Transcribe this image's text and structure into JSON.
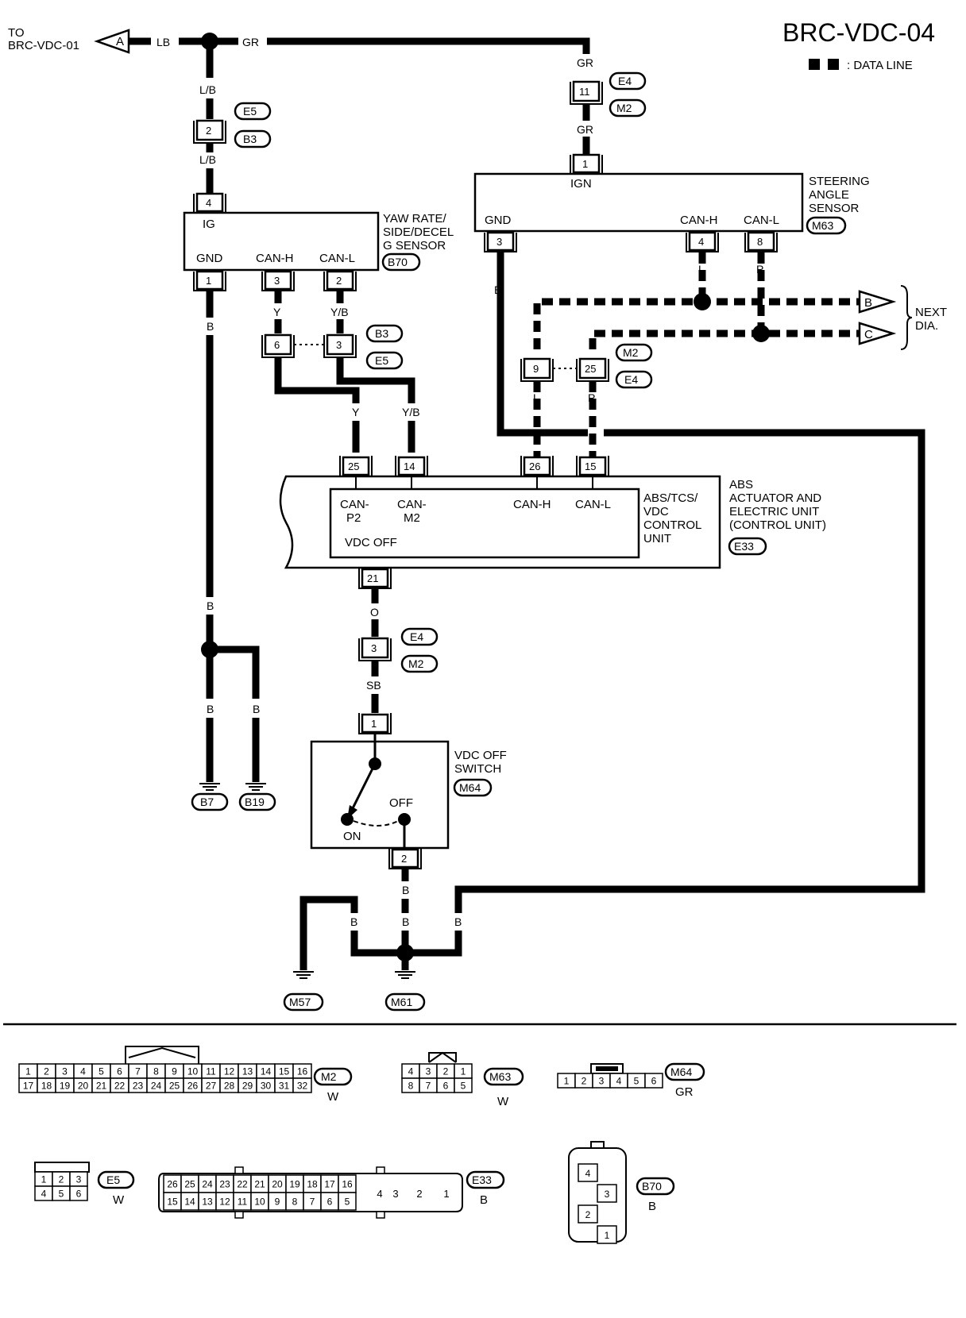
{
  "title": "BRC-VDC-04",
  "legend": {
    "data_line": ": DATA LINE"
  },
  "to_label": [
    "TO",
    "BRC-VDC-01"
  ],
  "next_dia": [
    "NEXT",
    "DIA."
  ],
  "terminals": {
    "a": "A",
    "b": "B",
    "c": "C"
  },
  "wire_colors": {
    "lb": "LB",
    "gr": "GR",
    "lb2": "L/B",
    "b": "B",
    "y": "Y",
    "yb": "Y/B",
    "l": "L",
    "p": "P",
    "o": "O",
    "sb": "SB"
  },
  "pins": {
    "p1": "1",
    "p2": "2",
    "p3": "3",
    "p4": "4",
    "p5": "5",
    "p6": "6",
    "p8": "8",
    "p9": "9",
    "p11": "11",
    "p14": "14",
    "p15": "15",
    "p21": "21",
    "p25": "25",
    "p26": "26"
  },
  "connectors": {
    "e4": "E4",
    "e5": "E5",
    "m2": "M2",
    "b3": "B3",
    "b70": "B70",
    "m63": "M63",
    "e33": "E33",
    "m64": "M64",
    "b7": "B7",
    "b19": "B19",
    "m57": "M57",
    "m61": "M61"
  },
  "components": {
    "yaw_rate": [
      "YAW RATE/",
      "SIDE/DECEL",
      "G SENSOR"
    ],
    "steering": [
      "STEERING",
      "ANGLE",
      "SENSOR"
    ],
    "abs_actuator": [
      "ABS",
      "ACTUATOR AND",
      "ELECTRIC UNIT",
      "(CONTROL UNIT)"
    ],
    "control_unit": [
      "ABS/TCS/",
      "VDC",
      "CONTROL",
      "UNIT"
    ],
    "vdc_switch": [
      "VDC OFF",
      "SWITCH"
    ]
  },
  "terminal_names": {
    "ig": "IG",
    "gnd": "GND",
    "can_h": "CAN-H",
    "can_l": "CAN-L",
    "ign": "IGN",
    "can_p2": [
      "CAN-",
      "P2"
    ],
    "can_m2": [
      "CAN-",
      "M2"
    ],
    "vdc_off": "VDC OFF",
    "on": "ON",
    "off": "OFF"
  },
  "connector_faces": {
    "m2": {
      "label": "M2",
      "color": "W",
      "row1": [
        "1",
        "2",
        "3",
        "4",
        "5",
        "6",
        "7",
        "8",
        "9",
        "10",
        "11",
        "12",
        "13",
        "14",
        "15",
        "16"
      ],
      "row2": [
        "17",
        "18",
        "19",
        "20",
        "21",
        "22",
        "23",
        "24",
        "25",
        "26",
        "27",
        "28",
        "29",
        "30",
        "31",
        "32"
      ]
    },
    "m63": {
      "label": "M63",
      "color": "W",
      "row1": [
        "4",
        "3",
        "2",
        "1"
      ],
      "row2": [
        "8",
        "7",
        "6",
        "5"
      ]
    },
    "m64": {
      "label": "M64",
      "color": "GR",
      "row1": [
        "1",
        "2",
        "3",
        "4",
        "5",
        "6"
      ]
    },
    "e5": {
      "label": "E5",
      "color": "W",
      "row1": [
        "1",
        "2",
        "3"
      ],
      "row2": [
        "4",
        "5",
        "6"
      ]
    },
    "e33": {
      "label": "E33",
      "color": "B",
      "row1": [
        "26",
        "25",
        "24",
        "23",
        "22",
        "21",
        "20",
        "19",
        "18",
        "17",
        "16"
      ],
      "row2": [
        "15",
        "14",
        "13",
        "12",
        "11",
        "10",
        "9",
        "8",
        "7",
        "6",
        "5"
      ],
      "big": [
        "4",
        "3",
        "2",
        "1"
      ]
    },
    "b70": {
      "label": "B70",
      "color": "B",
      "pins": [
        "4",
        "3",
        "2",
        "1"
      ]
    }
  }
}
